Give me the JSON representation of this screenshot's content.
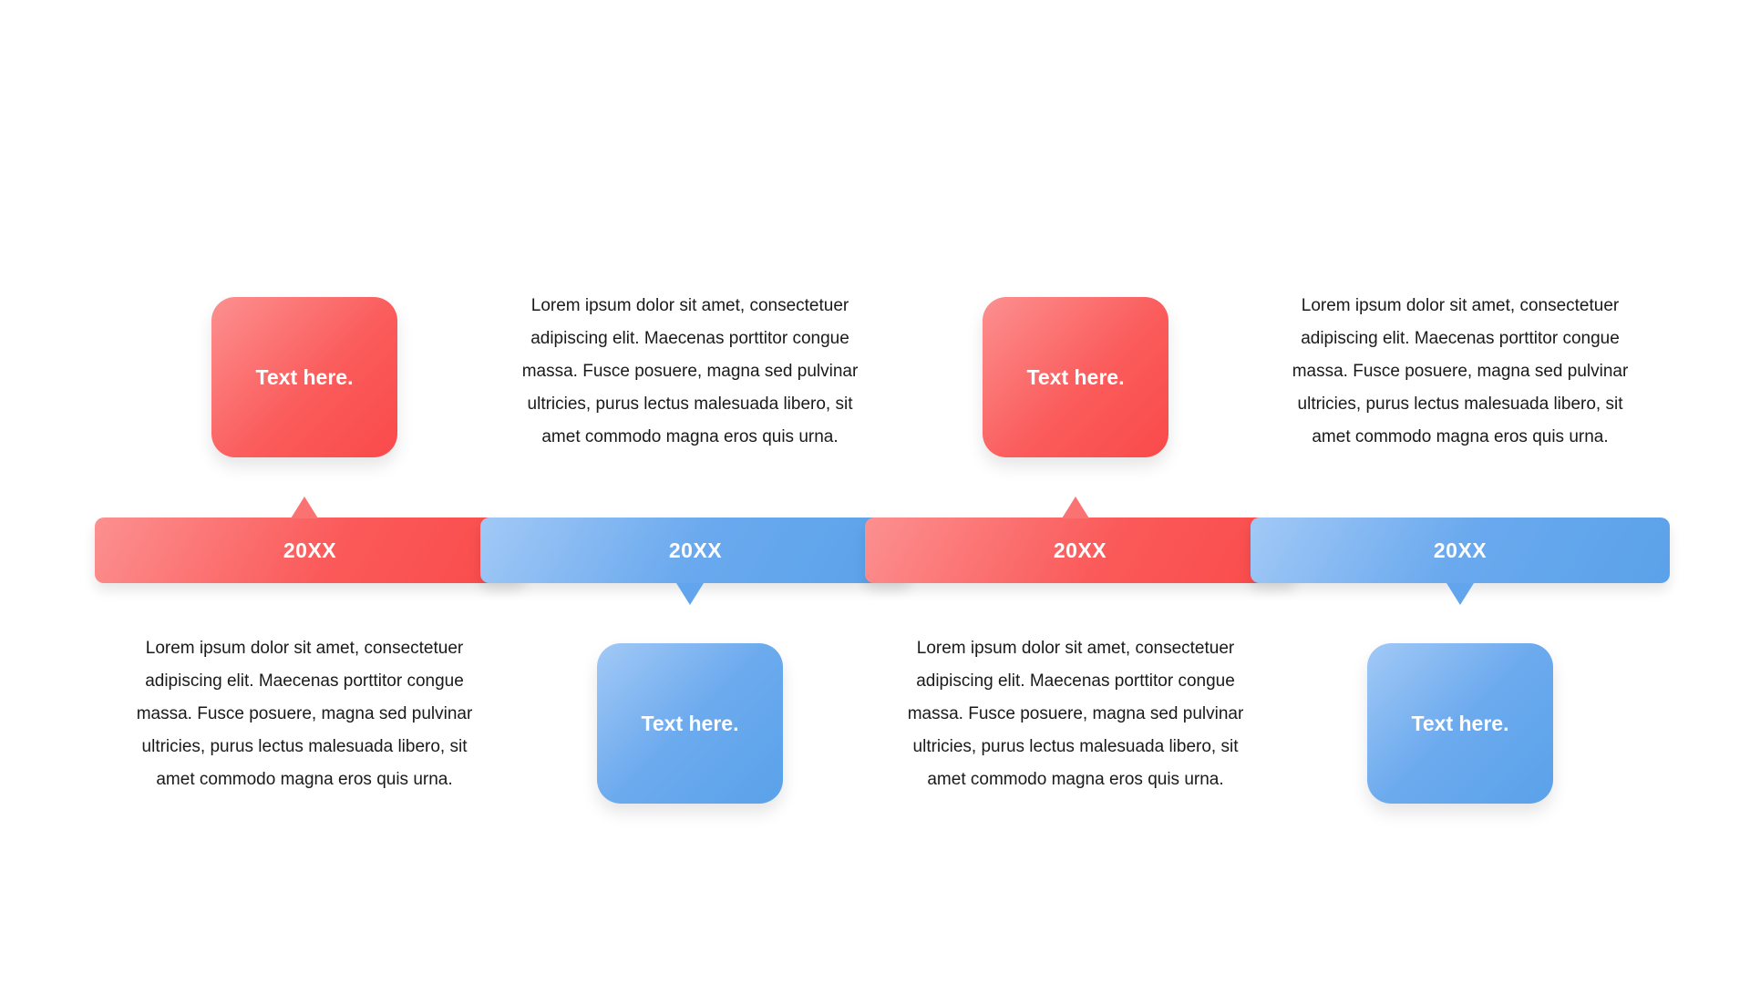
{
  "colors": {
    "red_accent": "#fa4a4a",
    "blue_accent": "#5aa2ea",
    "text": "#1a1a1a"
  },
  "timeline": {
    "stages": [
      {
        "year": "20XX",
        "card": "Text here.",
        "paragraph": "Lorem ipsum dolor sit amet, consectetuer adipiscing elit. Maecenas porttitor congue massa. Fusce posuere, magna sed pulvinar ultricies, purus lectus malesuada libero, sit amet commodo magna eros quis urna."
      },
      {
        "year": "20XX",
        "card": "Text here.",
        "paragraph": "Lorem ipsum dolor sit amet, consectetuer adipiscing elit. Maecenas porttitor congue massa. Fusce posuere, magna sed pulvinar ultricies, purus lectus malesuada libero, sit amet commodo magna eros quis urna."
      },
      {
        "year": "20XX",
        "card": "Text here.",
        "paragraph": "Lorem ipsum dolor sit amet, consectetuer adipiscing elit. Maecenas porttitor congue massa. Fusce posuere, magna sed pulvinar ultricies, purus lectus malesuada libero, sit amet commodo magna eros quis urna."
      },
      {
        "year": "20XX",
        "card": "Text here.",
        "paragraph": "Lorem ipsum dolor sit amet, consectetuer adipiscing elit. Maecenas porttitor congue massa. Fusce posuere, magna sed pulvinar ultricies, purus lectus malesuada libero, sit amet commodo magna eros quis urna."
      }
    ]
  }
}
